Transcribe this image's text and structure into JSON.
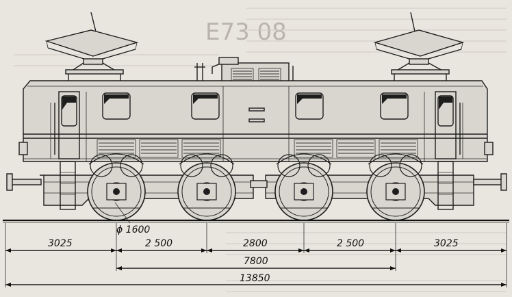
{
  "drawing": {
    "wheel_diameter_label": "ϕ 1600",
    "dimensions_row1": [
      "3025",
      "2 500",
      "2800",
      "2 500",
      "3025"
    ],
    "dimension_bogie_centers": "7800",
    "dimension_overall_length": "13850",
    "background_bleed_text": "E73 08"
  }
}
